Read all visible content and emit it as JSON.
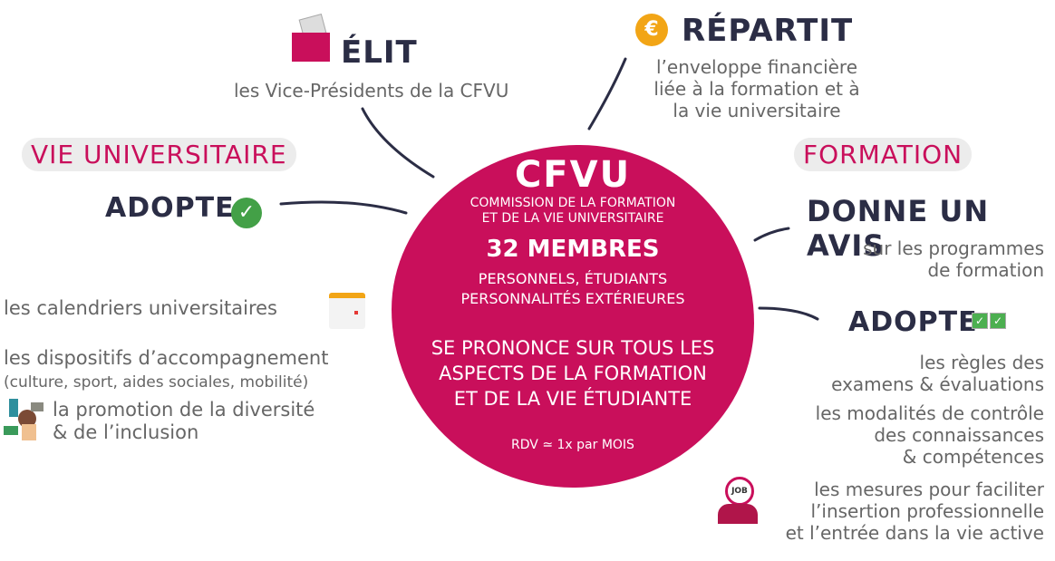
{
  "center": {
    "title": "CFVU",
    "subtitle1": "COMMISSION DE LA FORMATION",
    "subtitle2": "ET DE LA VIE UNIVERSITAIRE",
    "members": "32 MEMBRES",
    "members_sub1": "PERSONNELS, ÉTUDIANTS",
    "members_sub2": "PERSONNALITÉS EXTÉRIEURES",
    "role1": "SE PRONONCE SUR TOUS LES",
    "role2": "ASPECTS DE LA FORMATION",
    "role3": "ET DE LA VIE ÉTUDIANTE",
    "rdv": "RDV ≃ 1x par MOIS"
  },
  "elit": {
    "title": "ÉLIT",
    "text": "les Vice-Présidents de la CFVU"
  },
  "repartit": {
    "title": "RÉPARTIT",
    "icon_text": "€",
    "lines": [
      "l’enveloppe financière",
      "liée à la formation et à",
      "la vie universitaire"
    ]
  },
  "vie": {
    "heading": "VIE UNIVERSITAIRE",
    "adopte": "ADOPTE",
    "items": [
      "les calendriers universitaires",
      "les dispositifs d’accompagnement",
      "(culture, sport, aides sociales, mobilité)",
      "la promotion de la diversité",
      "& de l’inclusion"
    ]
  },
  "formation": {
    "heading": "FORMATION",
    "avis": "DONNE UN AVIS",
    "avis_lines": [
      "sur les programmes",
      "de formation"
    ],
    "adopte": "ADOPTE",
    "items": [
      "les règles des",
      "examens & évaluations",
      "les modalités de contrôle",
      "des connaissances",
      "& compétences",
      "les mesures pour faciliter",
      "l’insertion professionnelle",
      "et l’entrée dans la vie active"
    ],
    "job_icon_text": "JOB"
  },
  "colors": {
    "pink": "#c90f5b",
    "navy": "#2b2d45",
    "gray": "#666666"
  }
}
